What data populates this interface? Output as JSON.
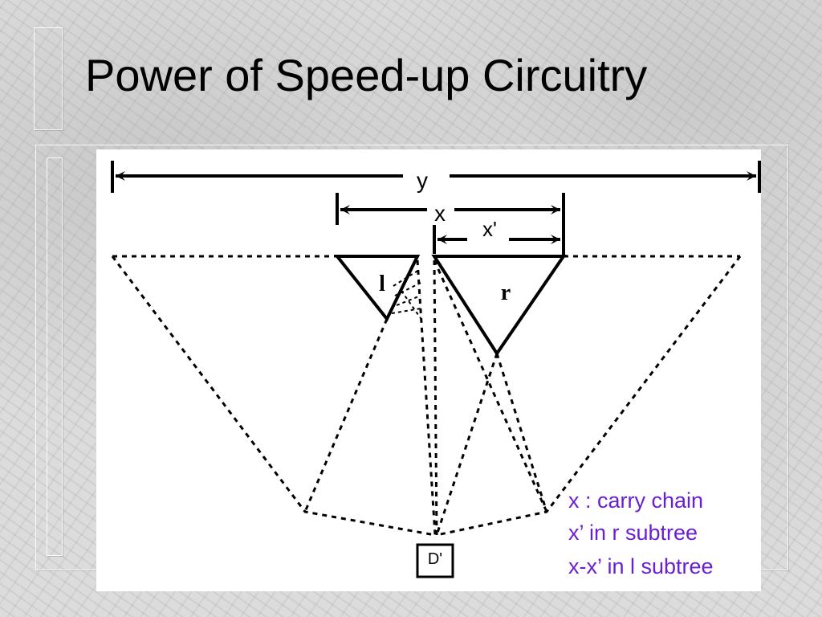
{
  "slide": {
    "title": "Power of Speed-up Circuitry"
  },
  "diagram": {
    "label_y": "y",
    "label_x": "x",
    "label_x_prime": "x'",
    "label_l": "l",
    "label_r": "r",
    "label_d_prime": "D'"
  },
  "legend": {
    "lines": [
      "x : carry chain",
      "x’ in r subtree",
      "x-x’ in l subtree"
    ],
    "color": "#6a1fd1"
  }
}
